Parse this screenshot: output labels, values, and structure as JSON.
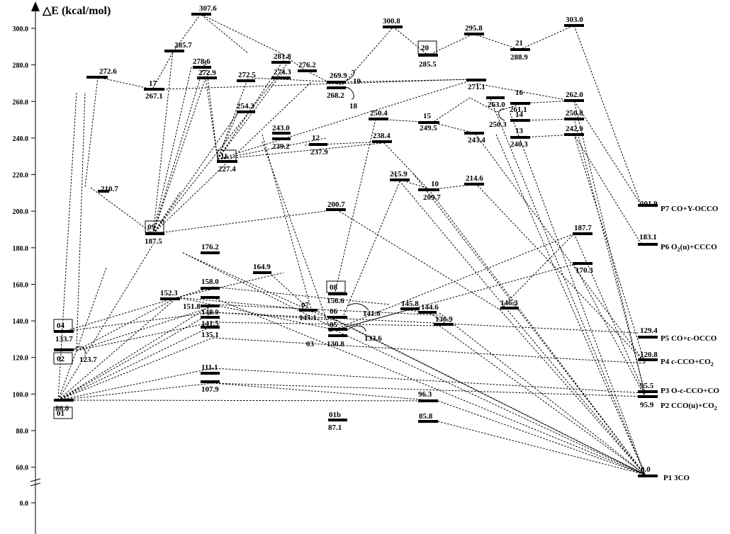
{
  "axis": {
    "title": "△E  (kcal/mol)",
    "ticks": [
      {
        "v": 300,
        "t": "300.0"
      },
      {
        "v": 280,
        "t": "280.0"
      },
      {
        "v": 260,
        "t": "260.0"
      },
      {
        "v": 240,
        "t": "240.0"
      },
      {
        "v": 220,
        "t": "220.0"
      },
      {
        "v": 200,
        "t": "200.0"
      },
      {
        "v": 180,
        "t": "180.0"
      },
      {
        "v": 160,
        "t": "160.0"
      },
      {
        "v": 140,
        "t": "140.0"
      },
      {
        "v": 120,
        "t": "120.0"
      },
      {
        "v": 100,
        "t": "100.0"
      },
      {
        "v": 80,
        "t": "80.0"
      },
      {
        "v": 60,
        "t": "60.0"
      },
      {
        "v": 0,
        "t": "0.0"
      }
    ]
  },
  "boxed_labels": [
    "04",
    "02",
    "01",
    "09",
    "11",
    "08",
    "20"
  ],
  "plain_labels": [
    "17",
    "19",
    "18",
    "12",
    "15",
    "16",
    "14",
    "13",
    "21",
    "10",
    "07",
    "06",
    "05",
    "03",
    "01b"
  ],
  "energies": [
    "307.6",
    "300.8",
    "303.0",
    "295.8",
    "288.9",
    "285.5",
    "285.7",
    "281.8",
    "278.6",
    "276.2",
    "274.3",
    "272.9",
    "272.6",
    "272.5",
    "271.1",
    "269.9",
    "268.2",
    "267.1",
    "263.0",
    "262.0",
    "261.1",
    "254.3",
    "250.4",
    "250.8",
    "250.3",
    "249.5",
    "243.0",
    "243.4",
    "242.9",
    "240.3",
    "239.2",
    "238.4",
    "237.9",
    "227.4",
    "215.9",
    "214.6",
    "210.7",
    "209.7",
    "201.9",
    "200.7",
    "187.5",
    "187.7",
    "183.1",
    "176.2",
    "170.3",
    "164.9",
    "158.0",
    "156.6",
    "152.3",
    "151.8",
    "148.0",
    "146.3",
    "145.8",
    "144.6",
    "145.1",
    "141.6",
    "141.5",
    "136.9",
    "135.1",
    "133.7",
    "133.6",
    "130.8",
    "129.4",
    "123.7",
    "120.8",
    "111.1",
    "107.9",
    "96.3",
    "95.5",
    "95.9",
    "86.0",
    "87.1",
    "85.8",
    "0.0"
  ],
  "products": [
    {
      "pre": "P7 CO+Y-OCCO",
      "sub": "",
      "post": ""
    },
    {
      "pre": "P6 O",
      "sub": "2",
      "post": "(u)+CCCO"
    },
    {
      "pre": "P5 CO+c-OCCO",
      "sub": "",
      "post": ""
    },
    {
      "pre": "P4 c-CCO+CO",
      "sub": "2",
      "post": ""
    },
    {
      "pre": "P3 O-c-CCO+CO",
      "sub": "",
      "post": ""
    },
    {
      "pre": "P2 CCO(u)+CO",
      "sub": "2",
      "post": ""
    },
    {
      "pre": "P1 3CO",
      "sub": "",
      "post": ""
    }
  ]
}
